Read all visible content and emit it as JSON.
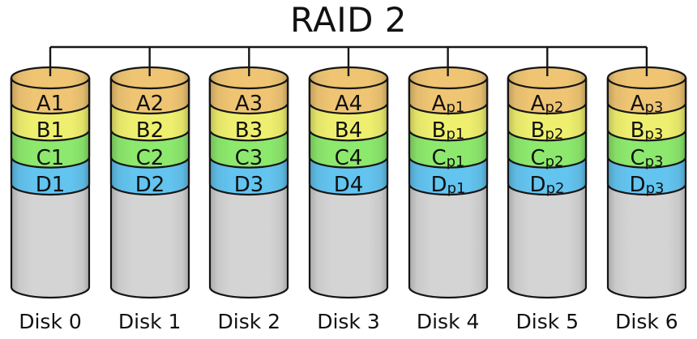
{
  "title": "RAID 2",
  "colors": {
    "a_band": "#EFC573",
    "b_band": "#EFEF6F",
    "c_band": "#8DE96D",
    "d_band": "#63C4EF",
    "body": "#D4D4D4",
    "outline": "#161616"
  },
  "disks": [
    {
      "label": "Disk 0",
      "blocks": [
        {
          "main": "A1",
          "sub": ""
        },
        {
          "main": "B1",
          "sub": ""
        },
        {
          "main": "C1",
          "sub": ""
        },
        {
          "main": "D1",
          "sub": ""
        }
      ]
    },
    {
      "label": "Disk 1",
      "blocks": [
        {
          "main": "A2",
          "sub": ""
        },
        {
          "main": "B2",
          "sub": ""
        },
        {
          "main": "C2",
          "sub": ""
        },
        {
          "main": "D2",
          "sub": ""
        }
      ]
    },
    {
      "label": "Disk 2",
      "blocks": [
        {
          "main": "A3",
          "sub": ""
        },
        {
          "main": "B3",
          "sub": ""
        },
        {
          "main": "C3",
          "sub": ""
        },
        {
          "main": "D3",
          "sub": ""
        }
      ]
    },
    {
      "label": "Disk 3",
      "blocks": [
        {
          "main": "A4",
          "sub": ""
        },
        {
          "main": "B4",
          "sub": ""
        },
        {
          "main": "C4",
          "sub": ""
        },
        {
          "main": "D4",
          "sub": ""
        }
      ]
    },
    {
      "label": "Disk 4",
      "blocks": [
        {
          "main": "A",
          "sub": "p1"
        },
        {
          "main": "B",
          "sub": "p1"
        },
        {
          "main": "C",
          "sub": "p1"
        },
        {
          "main": "D",
          "sub": "p1"
        }
      ]
    },
    {
      "label": "Disk 5",
      "blocks": [
        {
          "main": "A",
          "sub": "p2"
        },
        {
          "main": "B",
          "sub": "p2"
        },
        {
          "main": "C",
          "sub": "p2"
        },
        {
          "main": "D",
          "sub": "p2"
        }
      ]
    },
    {
      "label": "Disk 6",
      "blocks": [
        {
          "main": "A",
          "sub": "p3"
        },
        {
          "main": "B",
          "sub": "p3"
        },
        {
          "main": "C",
          "sub": "p3"
        },
        {
          "main": "D",
          "sub": "p3"
        }
      ]
    }
  ]
}
